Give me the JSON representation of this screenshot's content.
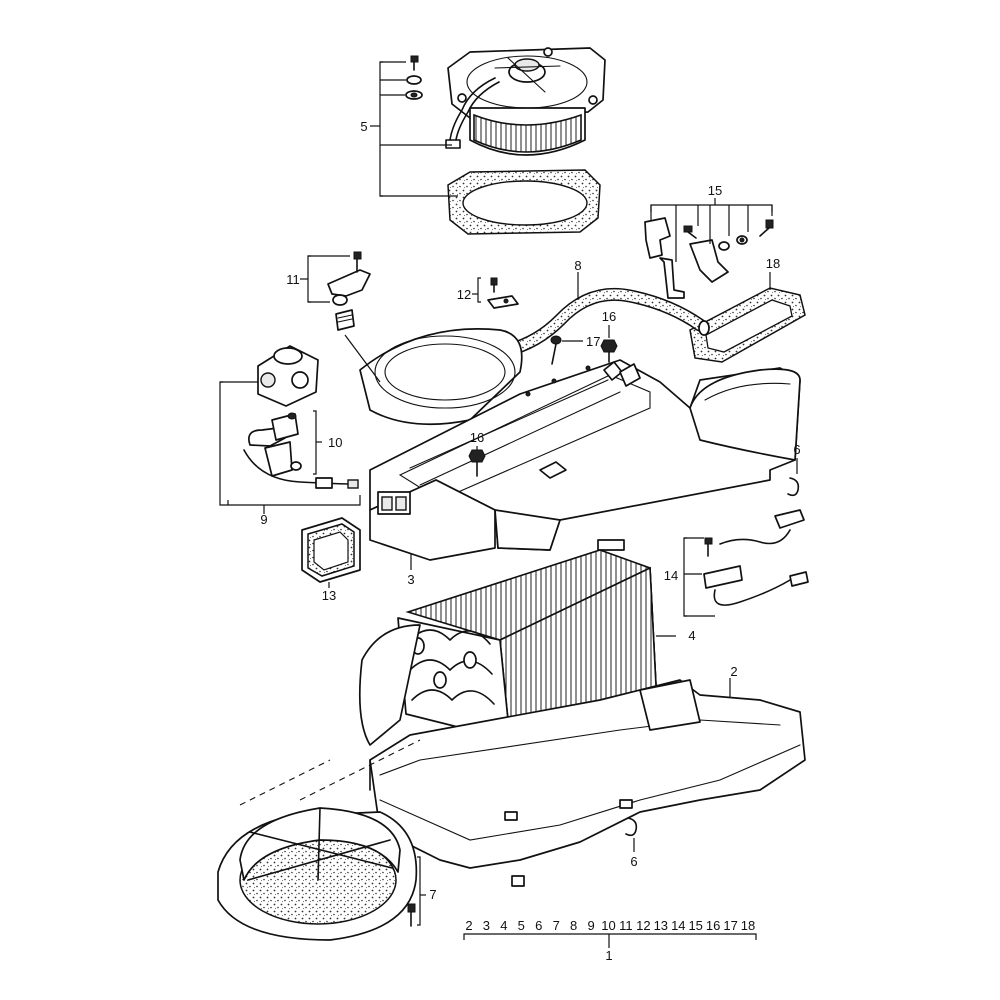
{
  "callouts": {
    "c1": "1",
    "c2": "2",
    "c3": "3",
    "c4": "4",
    "c5": "5",
    "c6a": "6",
    "c6b": "6",
    "c7": "7",
    "c8": "8",
    "c9": "9",
    "c10": "10",
    "c11": "11",
    "c12": "12",
    "c13": "13",
    "c14": "14",
    "c15": "15",
    "c16a": "16",
    "c16b": "16",
    "c17": "17",
    "c18": "18"
  },
  "assembly_list": {
    "items": [
      "2",
      "3",
      "4",
      "5",
      "6",
      "7",
      "8",
      "9",
      "10",
      "11",
      "12",
      "13",
      "14",
      "15",
      "16",
      "17",
      "18"
    ],
    "parent": "1"
  }
}
